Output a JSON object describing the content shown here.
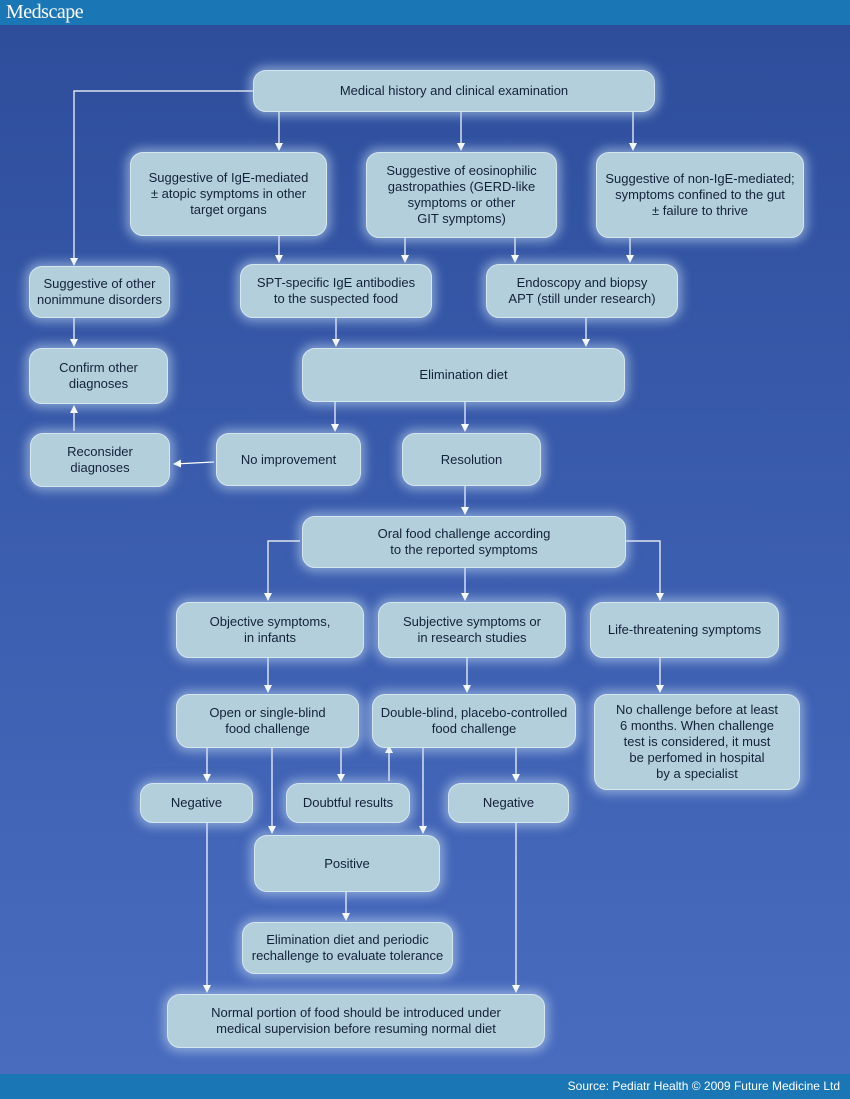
{
  "header": {
    "logo": "Medscape"
  },
  "footer": {
    "source": "Source: Pediatr Health © 2009 Future Medicine Ltd"
  },
  "nodes": {
    "history": "Medical history and clinical examination",
    "ige": "Suggestive of IgE-mediated\n± atopic symptoms in other\ntarget organs",
    "eos": "Suggestive of eosinophilic\ngastropathies (GERD-like\nsymptoms or other\nGIT symptoms)",
    "nonige": "Suggestive of non-IgE-mediated;\nsymptoms confined to the gut\n± failure to thrive",
    "other": "Suggestive of other\nnonimmune disorders",
    "spt": "SPT-specific IgE antibodies\nto the suspected food",
    "endo": "Endoscopy and biopsy\nAPT (still under research)",
    "confirm": "Confirm other\ndiagnoses",
    "elim": "Elimination diet",
    "reconsider": "Reconsider\ndiagnoses",
    "noimprove": "No improvement",
    "resolution": "Resolution",
    "ofc": "Oral food challenge according\nto the reported symptoms",
    "objective": "Objective symptoms,\nin infants",
    "subjective": "Subjective symptoms or\nin research studies",
    "lifethreat": "Life-threatening symptoms",
    "openblind": "Open or single-blind\nfood challenge",
    "dbpc": "Double-blind, placebo-controlled\nfood challenge",
    "nochallenge": "No challenge before at least\n6 months. When challenge\ntest is considered, it must\nbe perfomed in hospital\nby a specialist",
    "neg1": "Negative",
    "doubtful": "Doubtful results",
    "neg2": "Negative",
    "positive": "Positive",
    "rechallenge": "Elimination diet and periodic\nrechallenge to evaluate tolerance",
    "normal": "Normal portion of food should be introduced under\nmedical supervision before resuming normal diet"
  }
}
